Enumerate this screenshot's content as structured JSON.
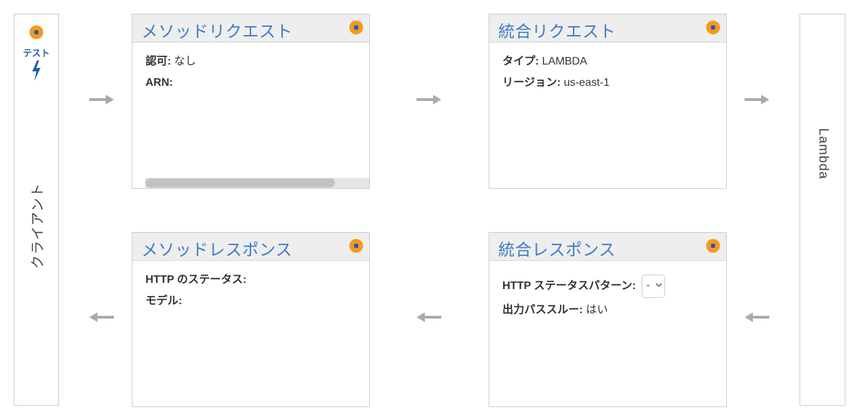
{
  "client": {
    "test_label": "テスト",
    "label": "クライアント",
    "icons": [
      "status-dot-icon",
      "lightning-bolt-icon"
    ]
  },
  "lambda": {
    "label": "Lambda"
  },
  "method_request": {
    "title": "メソッドリクエスト",
    "auth_label": "認可:",
    "auth_value": "なし",
    "arn_label": "ARN:"
  },
  "integration_request": {
    "title": "統合リクエスト",
    "type_label": "タイプ:",
    "type_value": "LAMBDA",
    "region_label": "リージョン:",
    "region_value": "us-east-1"
  },
  "method_response": {
    "title": "メソッドレスポンス",
    "status_label": "HTTP のステータス:",
    "model_label": "モデル:"
  },
  "integration_response": {
    "title": "統合レスポンス",
    "pattern_label": "HTTP ステータスパターン:",
    "pattern_value": "-",
    "passthrough_label": "出力パススルー:",
    "passthrough_value": "はい"
  },
  "colors": {
    "accent_orange": "#f7981d",
    "title_blue": "#3e7cc4",
    "arrow_gray": "#aaaaaa"
  }
}
